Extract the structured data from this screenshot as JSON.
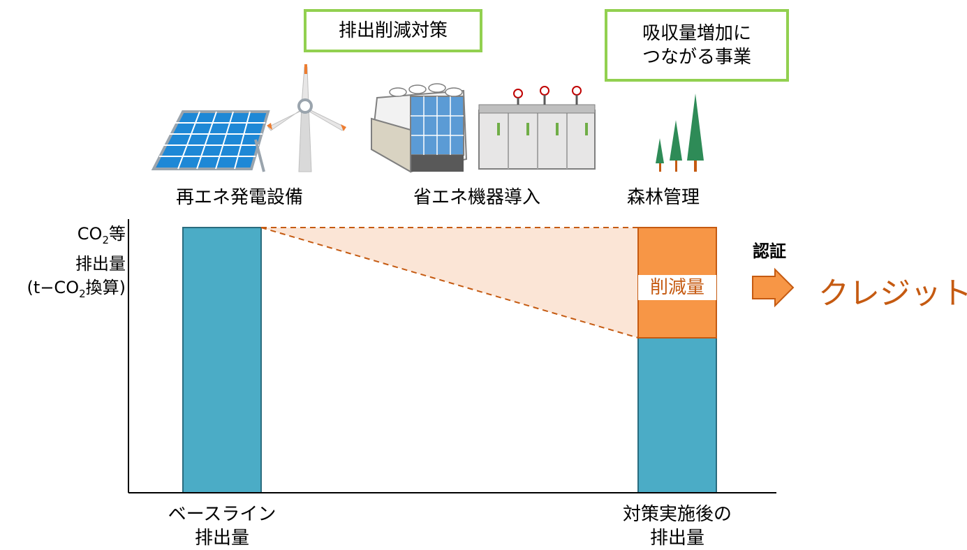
{
  "boxes": {
    "reduction_measures": "排出削減対策",
    "absorption_line1": "吸収量増加に",
    "absorption_line2": "つながる事業"
  },
  "icon_labels": {
    "renewable": "再エネ発電設備",
    "efficiency": "省エネ機器導入",
    "forest": "森林管理"
  },
  "y_axis": {
    "line1_prefix": "CO",
    "line1_sub": "2",
    "line1_suffix": "等",
    "line2": "排出量",
    "line3_prefix": "(t−CO",
    "line3_sub": "2",
    "line3_suffix": "換算)"
  },
  "bars": {
    "baseline_line1": "ベースライン",
    "baseline_line2": "排出量",
    "after_line1": "対策実施後の",
    "after_line2": "排出量",
    "reduction": "削減量"
  },
  "certification": "認証",
  "credit": "クレジット",
  "colors": {
    "box_border": "#92d050",
    "bar_fill": "#4bacc6",
    "reduction_fill": "#f79646",
    "triangle_fill": "#fbe5d6",
    "dashed_line": "#c55a11",
    "credit_text": "#c55a11"
  }
}
